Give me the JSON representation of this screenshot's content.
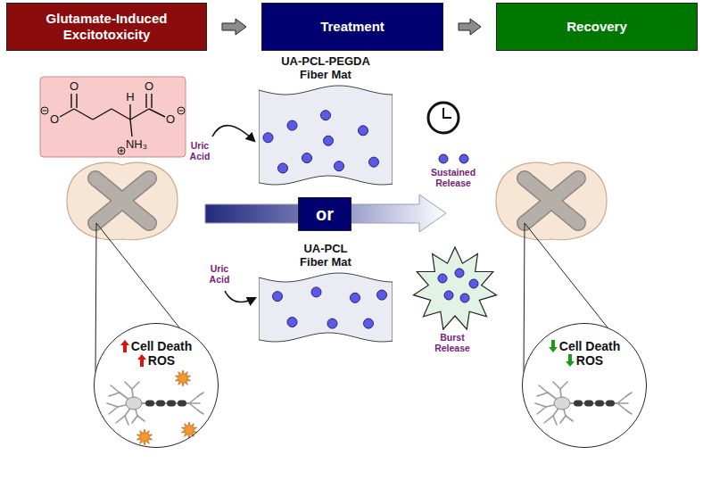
{
  "diagram": {
    "nodes": [
      {
        "text": [
          "Glutamate-Induced Excitotoxicity"
        ]
      },
      {
        "text": [
          "Treatment"
        ]
      },
      {
        "text": [
          "Recovery"
        ]
      },
      {
        "text": [
          "UA-PCL-PEGDA Fiber Mat"
        ]
      },
      {
        "text": [
          "or"
        ]
      },
      {
        "text": [
          "UA-PCL Fiber Mat"
        ]
      },
      {
        "text": [
          "Cell Death",
          "ROS"
        ]
      },
      {
        "text": [
          "Cell Death",
          "ROS"
        ]
      }
    ],
    "edges": [
      {
        "from": 0,
        "to": 1,
        "arrow": "to"
      },
      {
        "from": 1,
        "to": 2,
        "arrow": "to"
      }
    ],
    "labels": [
      "O",
      "O",
      "O",
      "O",
      "H",
      "NH₃",
      "Uric Acid",
      "Uric Acid",
      "Sustained Release",
      "Burst Release"
    ]
  }
}
